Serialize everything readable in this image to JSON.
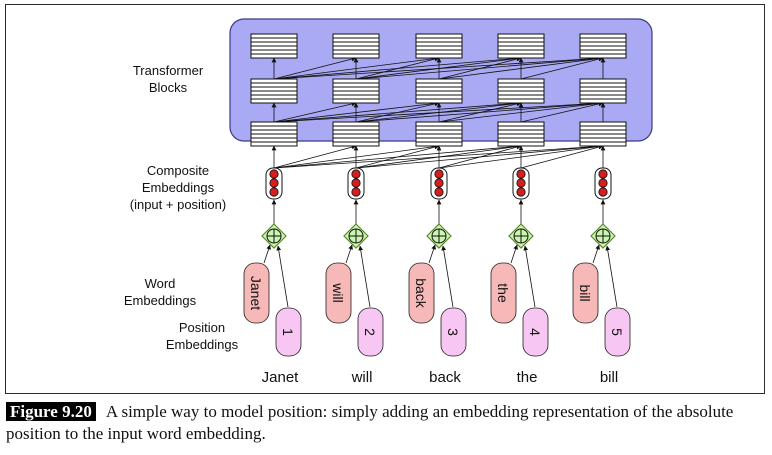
{
  "labels": {
    "transformer": "Transformer\nBlocks",
    "composite": "Composite\nEmbeddings\n(input + position)",
    "word": "Word\nEmbeddings",
    "position": "Position\nEmbeddings"
  },
  "tokens": [
    "Janet",
    "will",
    "back",
    "the",
    "bill"
  ],
  "positions": [
    "1",
    "2",
    "3",
    "4",
    "5"
  ],
  "colors": {
    "transformer_bg": "#a9a9f4",
    "word_embedding": "#f7b8b8",
    "position_embedding": "#f7c6f3",
    "add_node": "#ccf5b0",
    "composite_dot": "#d21f1f"
  },
  "caption": {
    "figure_label": "Figure 9.20",
    "text": "A simple way to model position: simply adding an embedding representation of the absolute position to the input word embedding."
  }
}
